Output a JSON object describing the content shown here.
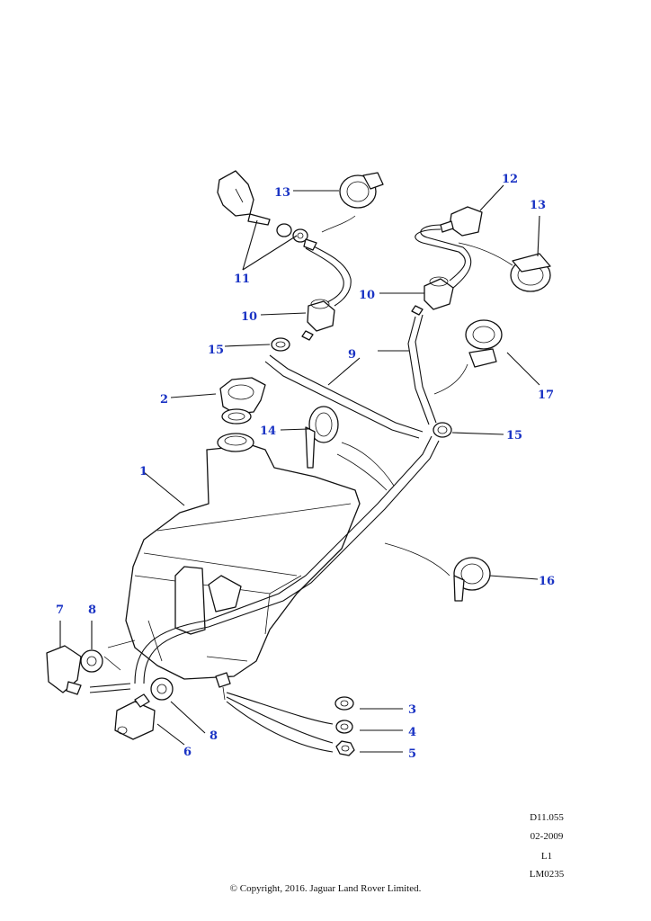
{
  "callouts": {
    "c1": "1",
    "c2": "2",
    "c3": "3",
    "c4": "4",
    "c5": "5",
    "c6": "6",
    "c7": "7",
    "c8a": "8",
    "c8b": "8",
    "c9": "9",
    "c10a": "10",
    "c10b": "10",
    "c11": "11",
    "c12": "12",
    "c13a": "13",
    "c13b": "13",
    "c14": "14",
    "c15a": "15",
    "c15b": "15",
    "c16": "16",
    "c17": "17"
  },
  "meta": {
    "code": "D11.055",
    "date": "02-2009",
    "level": "L1",
    "ref": "LM0235"
  },
  "copyright": "© Copyright, 2016. Jaguar Land Rover Limited.",
  "colors": {
    "callout": "#1a33c4",
    "line": "#111111"
  }
}
